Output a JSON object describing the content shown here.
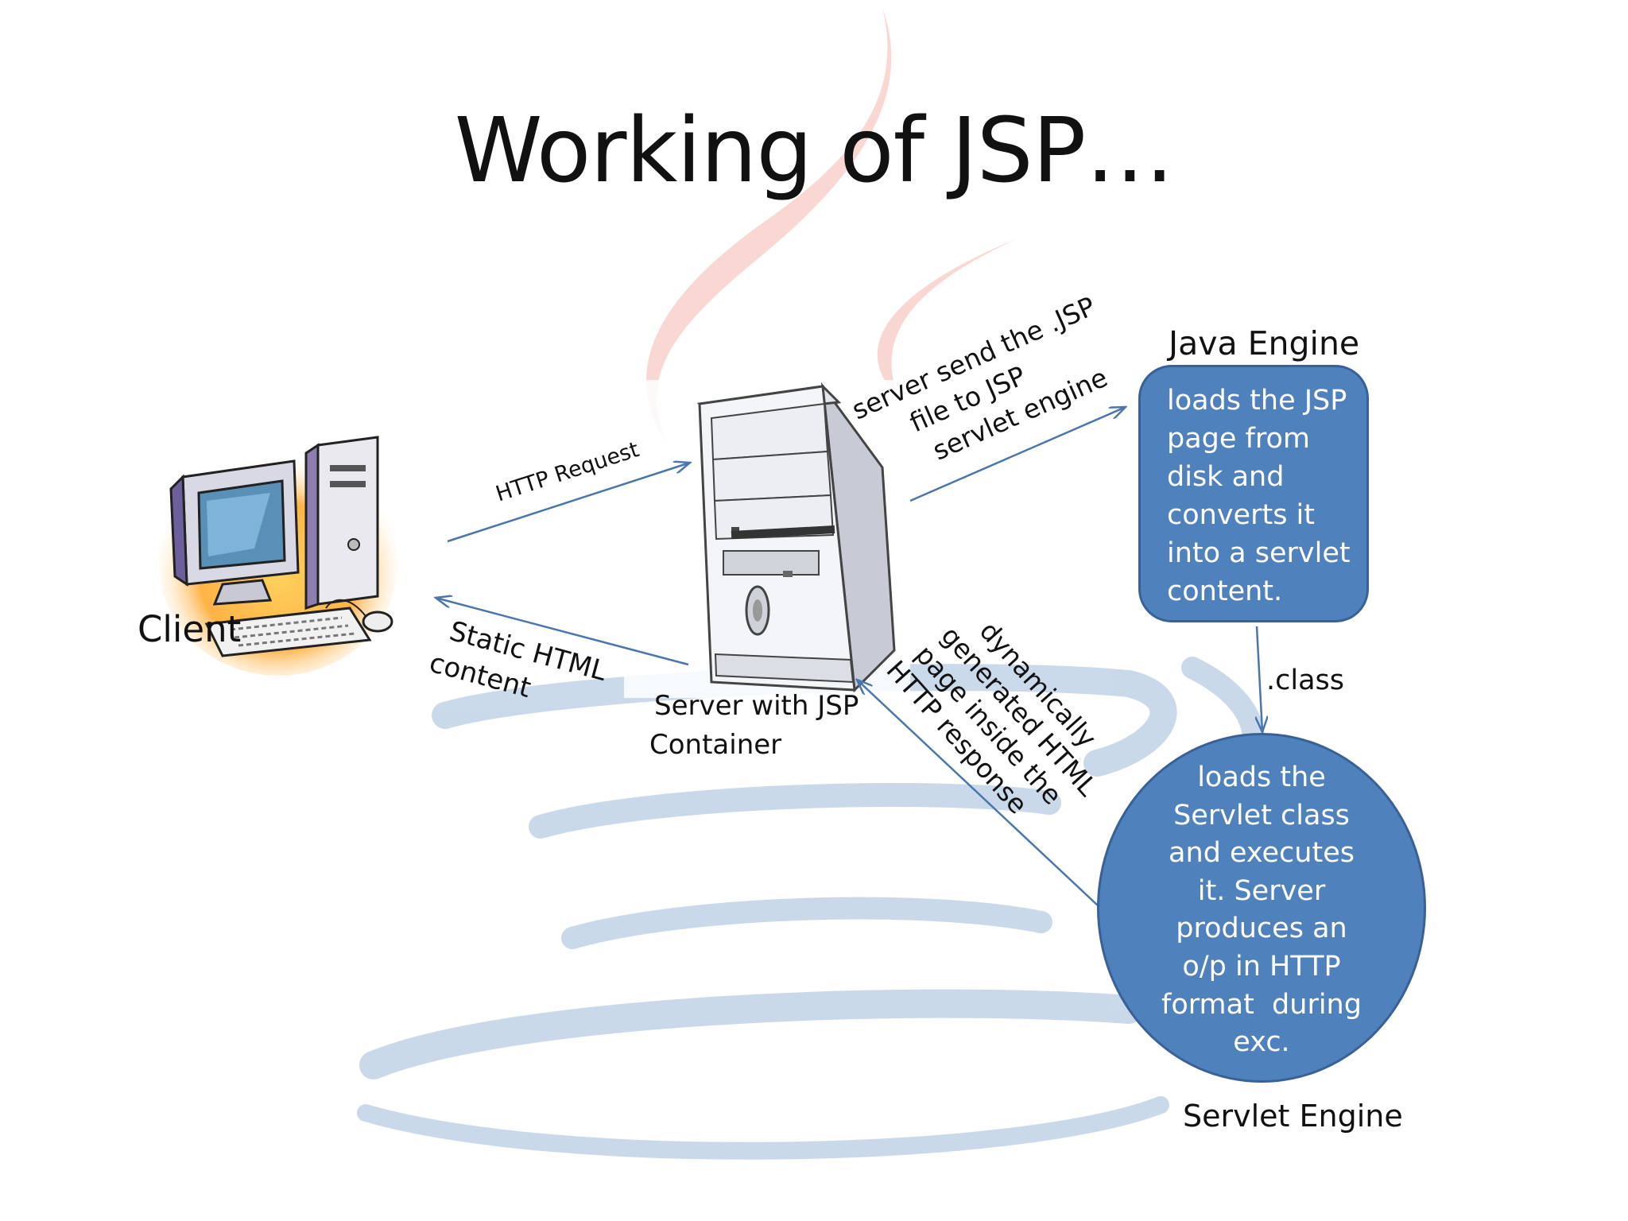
{
  "slide": {
    "title": "Working of JSP…",
    "nodes": {
      "client": {
        "label": "Client"
      },
      "server": {
        "label_lines": [
          "Server with JSP",
          "Container"
        ]
      },
      "java_engine": {
        "heading": "Java Engine",
        "text_lines": [
          "loads the JSP",
          "page from",
          "disk and",
          "converts it",
          "into a servlet",
          "content."
        ]
      },
      "servlet_engine": {
        "caption": "Servlet Engine",
        "text_lines": [
          "loads the",
          "Servlet class",
          "and executes",
          "it. Server",
          "produces an",
          "o/p in HTTP",
          "format  during",
          "exc."
        ]
      }
    },
    "edges": {
      "http_request": "HTTP Request",
      "static_html_lines": [
        "Static HTML",
        "content"
      ],
      "send_jsp_lines": [
        "server send the .JSP",
        "file to JSP",
        "servlet engine"
      ],
      "class_label": ".class",
      "dynamic_html_lines": [
        "dynamically",
        "generated HTML",
        "page inside the",
        "HTTP response"
      ]
    }
  },
  "colors": {
    "node_fill": "#4f81bd",
    "node_stroke": "#3a6195",
    "arrow": "#4a76ad",
    "watermark_blue": "#b9cde4",
    "watermark_red": "#f4b8b0"
  }
}
